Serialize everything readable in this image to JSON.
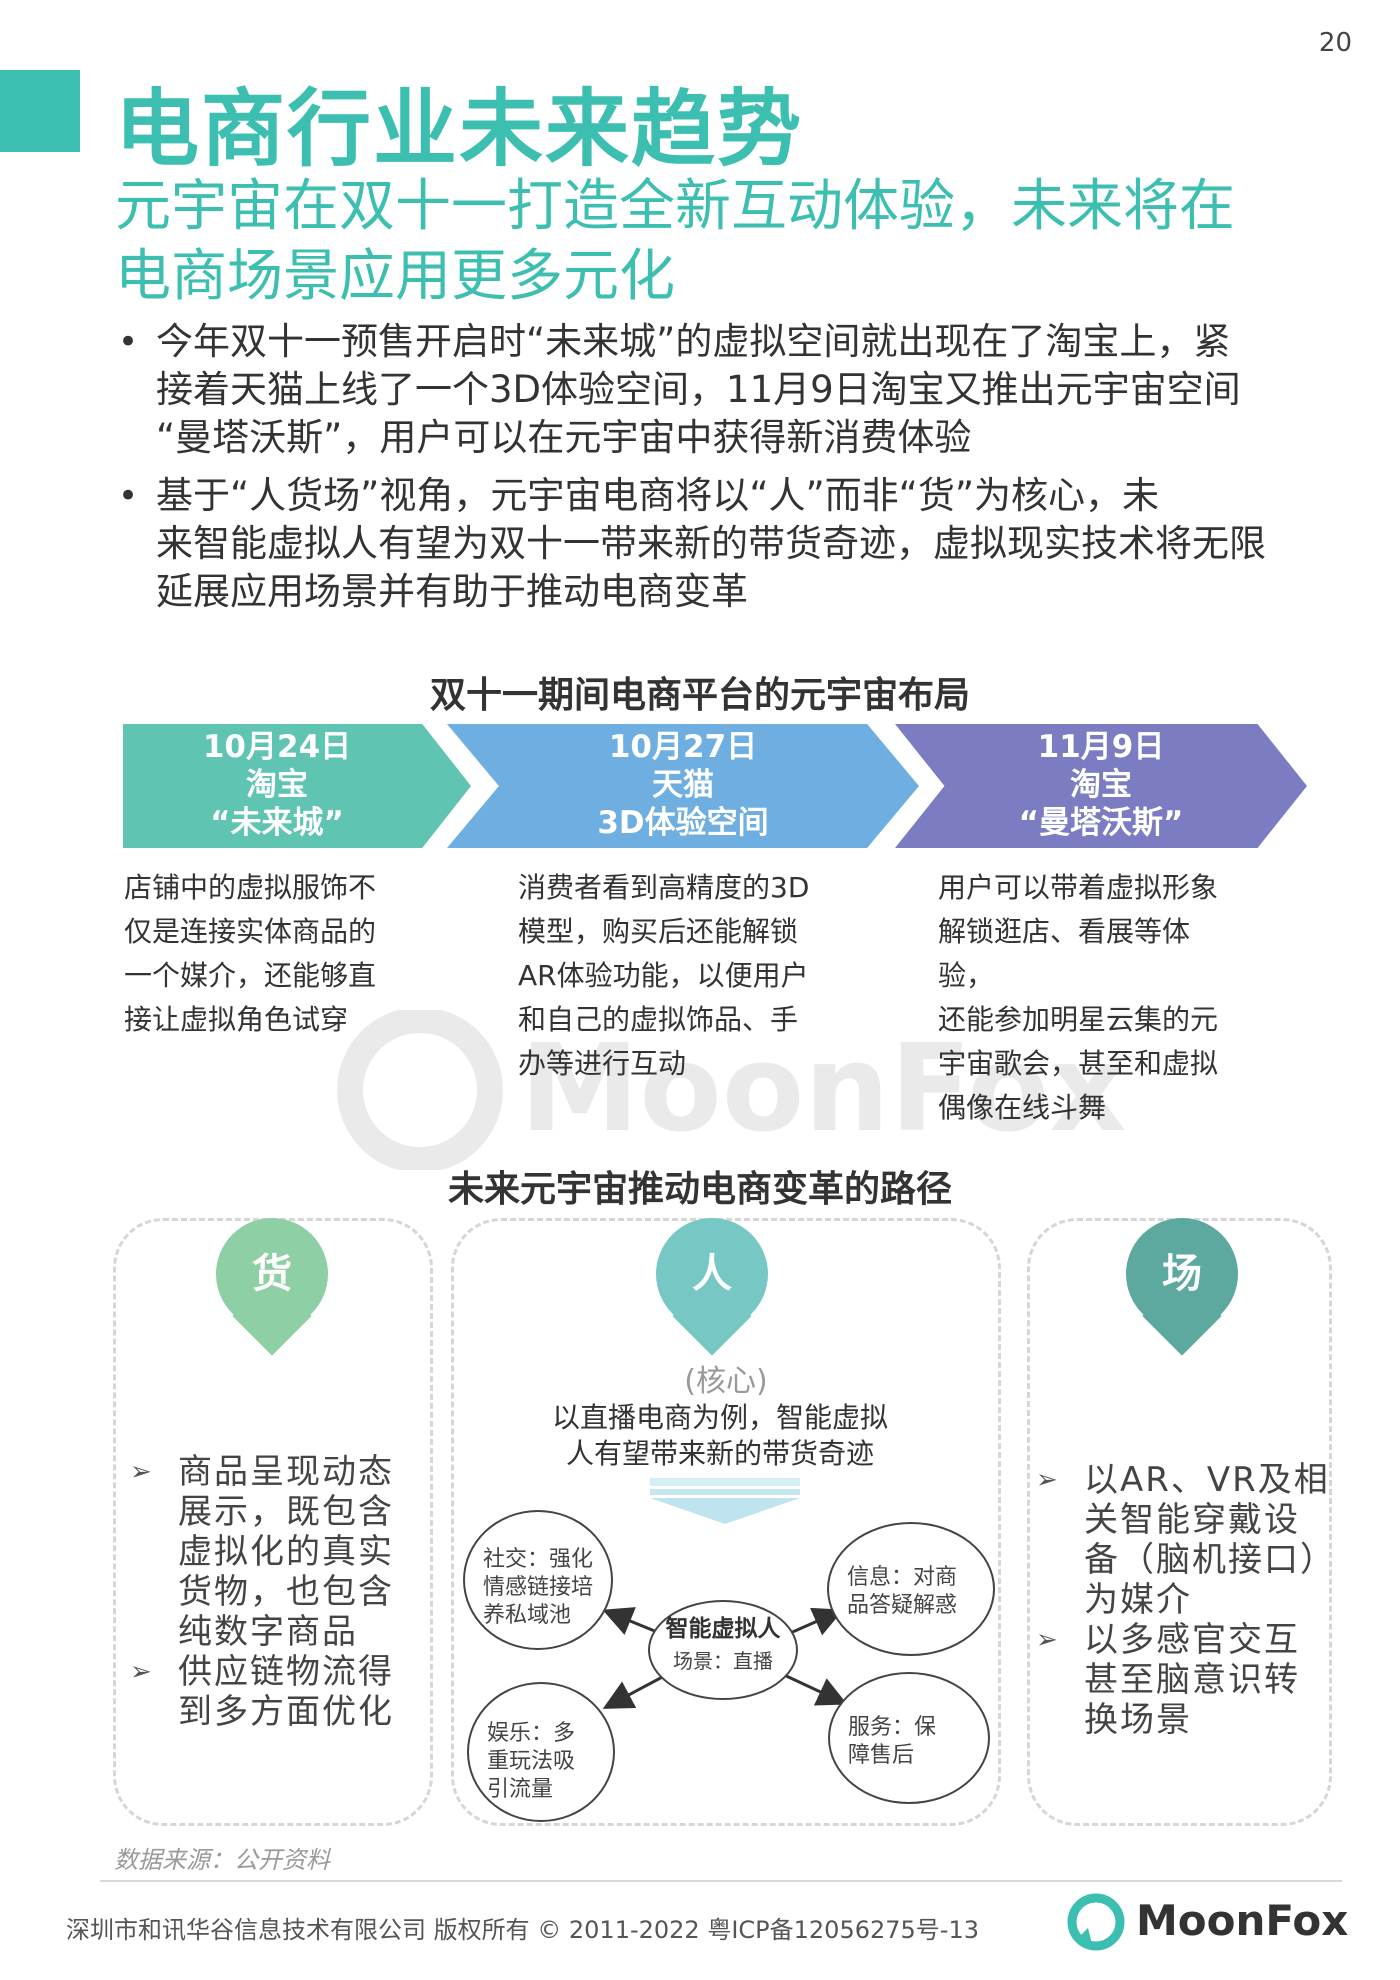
{
  "page_number": "20",
  "header": {
    "title": "电商行业未来趋势",
    "subtitle_line1": "元宇宙在双十一打造全新互动体验，未来将在",
    "subtitle_line2": "电商场景应用更多元化"
  },
  "bullets": [
    {
      "symbol": "•",
      "line1": "今年双十一预售开启时“未来城”的虚拟空间就出现在了淘宝上，紧",
      "line2": "接着天猫上线了一个3D体验空间，11月9日淘宝又推出元宇宙空间",
      "line3": "“曼塔沃斯”，用户可以在元宇宙中获得新消费体验"
    },
    {
      "symbol": "•",
      "line1": "基于“人货场”视角，元宇宙电商将以“人”而非“货”为核心，未",
      "line2": "来智能虚拟人有望为双十一带来新的带货奇迹，虚拟现实技术将无限",
      "line3": "延展应用场景并有助于推动电商变革"
    }
  ],
  "timeline": {
    "title": "双十一期间电商平台的元宇宙布局",
    "steps": [
      {
        "date": "10月24日",
        "platform": "淘宝",
        "name": "“未来城”",
        "color": "#5fc4b2",
        "desc": [
          "店铺中的虚拟服饰不",
          "仅是连接实体商品的",
          "一个媒介，还能够直",
          "接让虚拟角色试穿"
        ]
      },
      {
        "date": "10月27日",
        "platform": "天猫",
        "name": "3D体验空间",
        "color": "#6eaee0",
        "desc": [
          "消费者看到高精度的3D",
          "模型，购买后还能解锁",
          "AR体验功能，以便用户",
          "和自己的虚拟饰品、手",
          "办等进行互动"
        ]
      },
      {
        "date": "11月9日",
        "platform": "淘宝",
        "name": "“曼塔沃斯”",
        "color": "#7c7cc2",
        "desc": [
          "用户可以带着虚拟形象",
          "解锁逛店、看展等体验，",
          "还能参加明星云集的元",
          "宇宙歌会，甚至和虚拟",
          "偶像在线斗舞"
        ]
      }
    ]
  },
  "path": {
    "title": "未来元宇宙推动电商变革的路径",
    "goods": {
      "label": "货",
      "color": "#8fcfa6",
      "items": [
        [
          "商品呈现动态",
          "展示，既包含",
          "虚拟化的真实",
          "货物，也包含",
          "纯数字商品"
        ],
        [
          "供应链物流得",
          "到多方面优化"
        ]
      ]
    },
    "people": {
      "label": "人",
      "color": "#77c8c4",
      "core": "(核心)",
      "desc_line1": "以直播电商为例，智能虚拟",
      "desc_line2": "人有望带来新的带货奇迹",
      "center_title": "智能虚拟人",
      "center_sub": "场景：直播",
      "social": [
        "社交：强化",
        "情感链接培",
        "养私域池"
      ],
      "info": [
        "信息：对商",
        "品答疑解惑"
      ],
      "fun": [
        "娱乐：多",
        "重玩法吸",
        "引流量"
      ],
      "service": [
        "服务：保",
        "障售后"
      ]
    },
    "field": {
      "label": "场",
      "color": "#5da99f",
      "items": [
        [
          "以AR、VR及相",
          "关智能穿戴设",
          "备（脑机接口）",
          "为媒介"
        ],
        [
          "以多感官交互",
          "甚至脑意识转",
          "换场景"
        ]
      ]
    }
  },
  "source": "数据来源：公开资料",
  "footer": {
    "copyright": "深圳市和讯华谷信息技术有限公司 版权所有 © 2011-2022 粤ICP备12056275号-13",
    "logo_text": "MoonFox"
  },
  "watermark_text": "MoonFox"
}
